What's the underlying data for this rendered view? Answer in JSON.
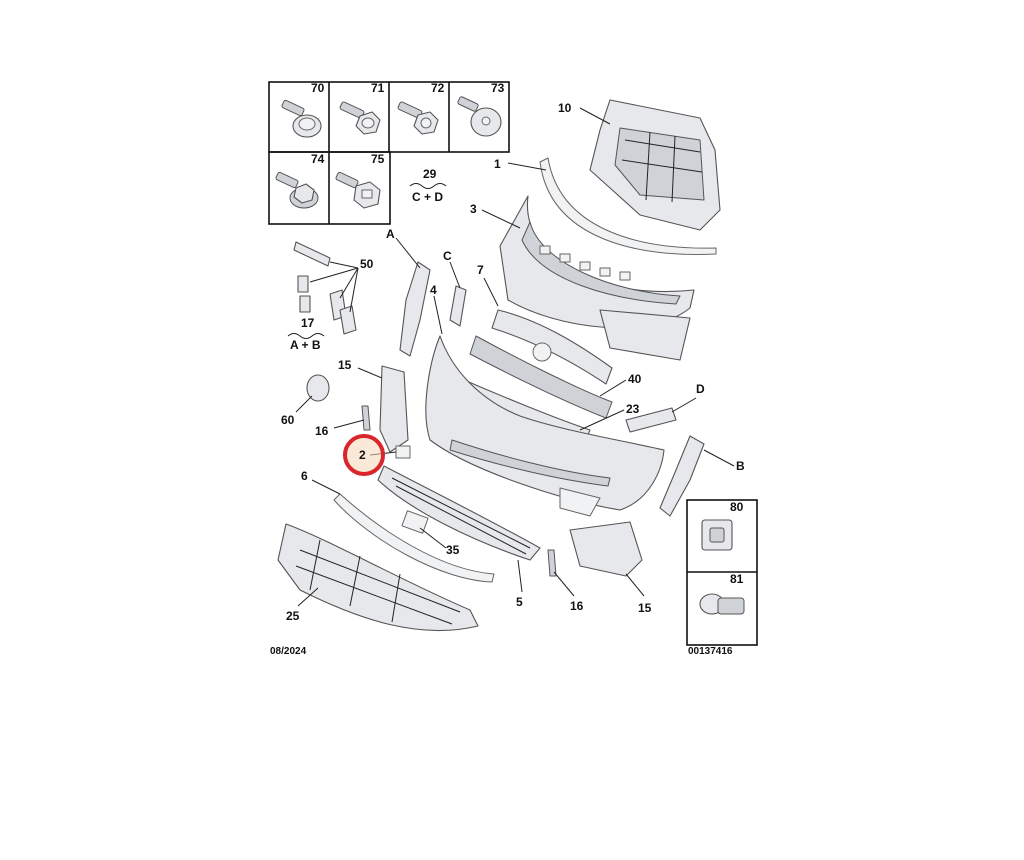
{
  "fastener_grid": {
    "items": [
      {
        "label": "70",
        "icon": "flange-screw-icon"
      },
      {
        "label": "71",
        "icon": "hex-bolt-icon"
      },
      {
        "label": "72",
        "icon": "torx-bolt-icon"
      },
      {
        "label": "73",
        "icon": "pan-screw-icon"
      },
      {
        "label": "74",
        "icon": "hex-flange-bolt-icon"
      },
      {
        "label": "75",
        "icon": "stud-bolt-icon"
      }
    ],
    "kit_29": {
      "number": "29",
      "sub": "C + D"
    }
  },
  "kit_17": {
    "number": "17",
    "sub": "A + B"
  },
  "callouts": {
    "p1": "1",
    "p2": "2",
    "p3": "3",
    "p4": "4",
    "p5": "5",
    "p6": "6",
    "p7": "7",
    "p10": "10",
    "p15a": "15",
    "p15b": "15",
    "p16a": "16",
    "p16b": "16",
    "p23": "23",
    "p25": "25",
    "p35": "35",
    "p40": "40",
    "p50": "50",
    "p60": "60",
    "pA": "A",
    "pB": "B",
    "pC": "C",
    "pD": "D"
  },
  "clip_grid": {
    "items": [
      {
        "label": "80",
        "icon": "clip-nut-icon"
      },
      {
        "label": "81",
        "icon": "push-rivet-icon"
      }
    ]
  },
  "footer": {
    "date": "08/2024",
    "ref": "00137416"
  },
  "highlight": {
    "part": "2",
    "color": "#d9252b"
  }
}
